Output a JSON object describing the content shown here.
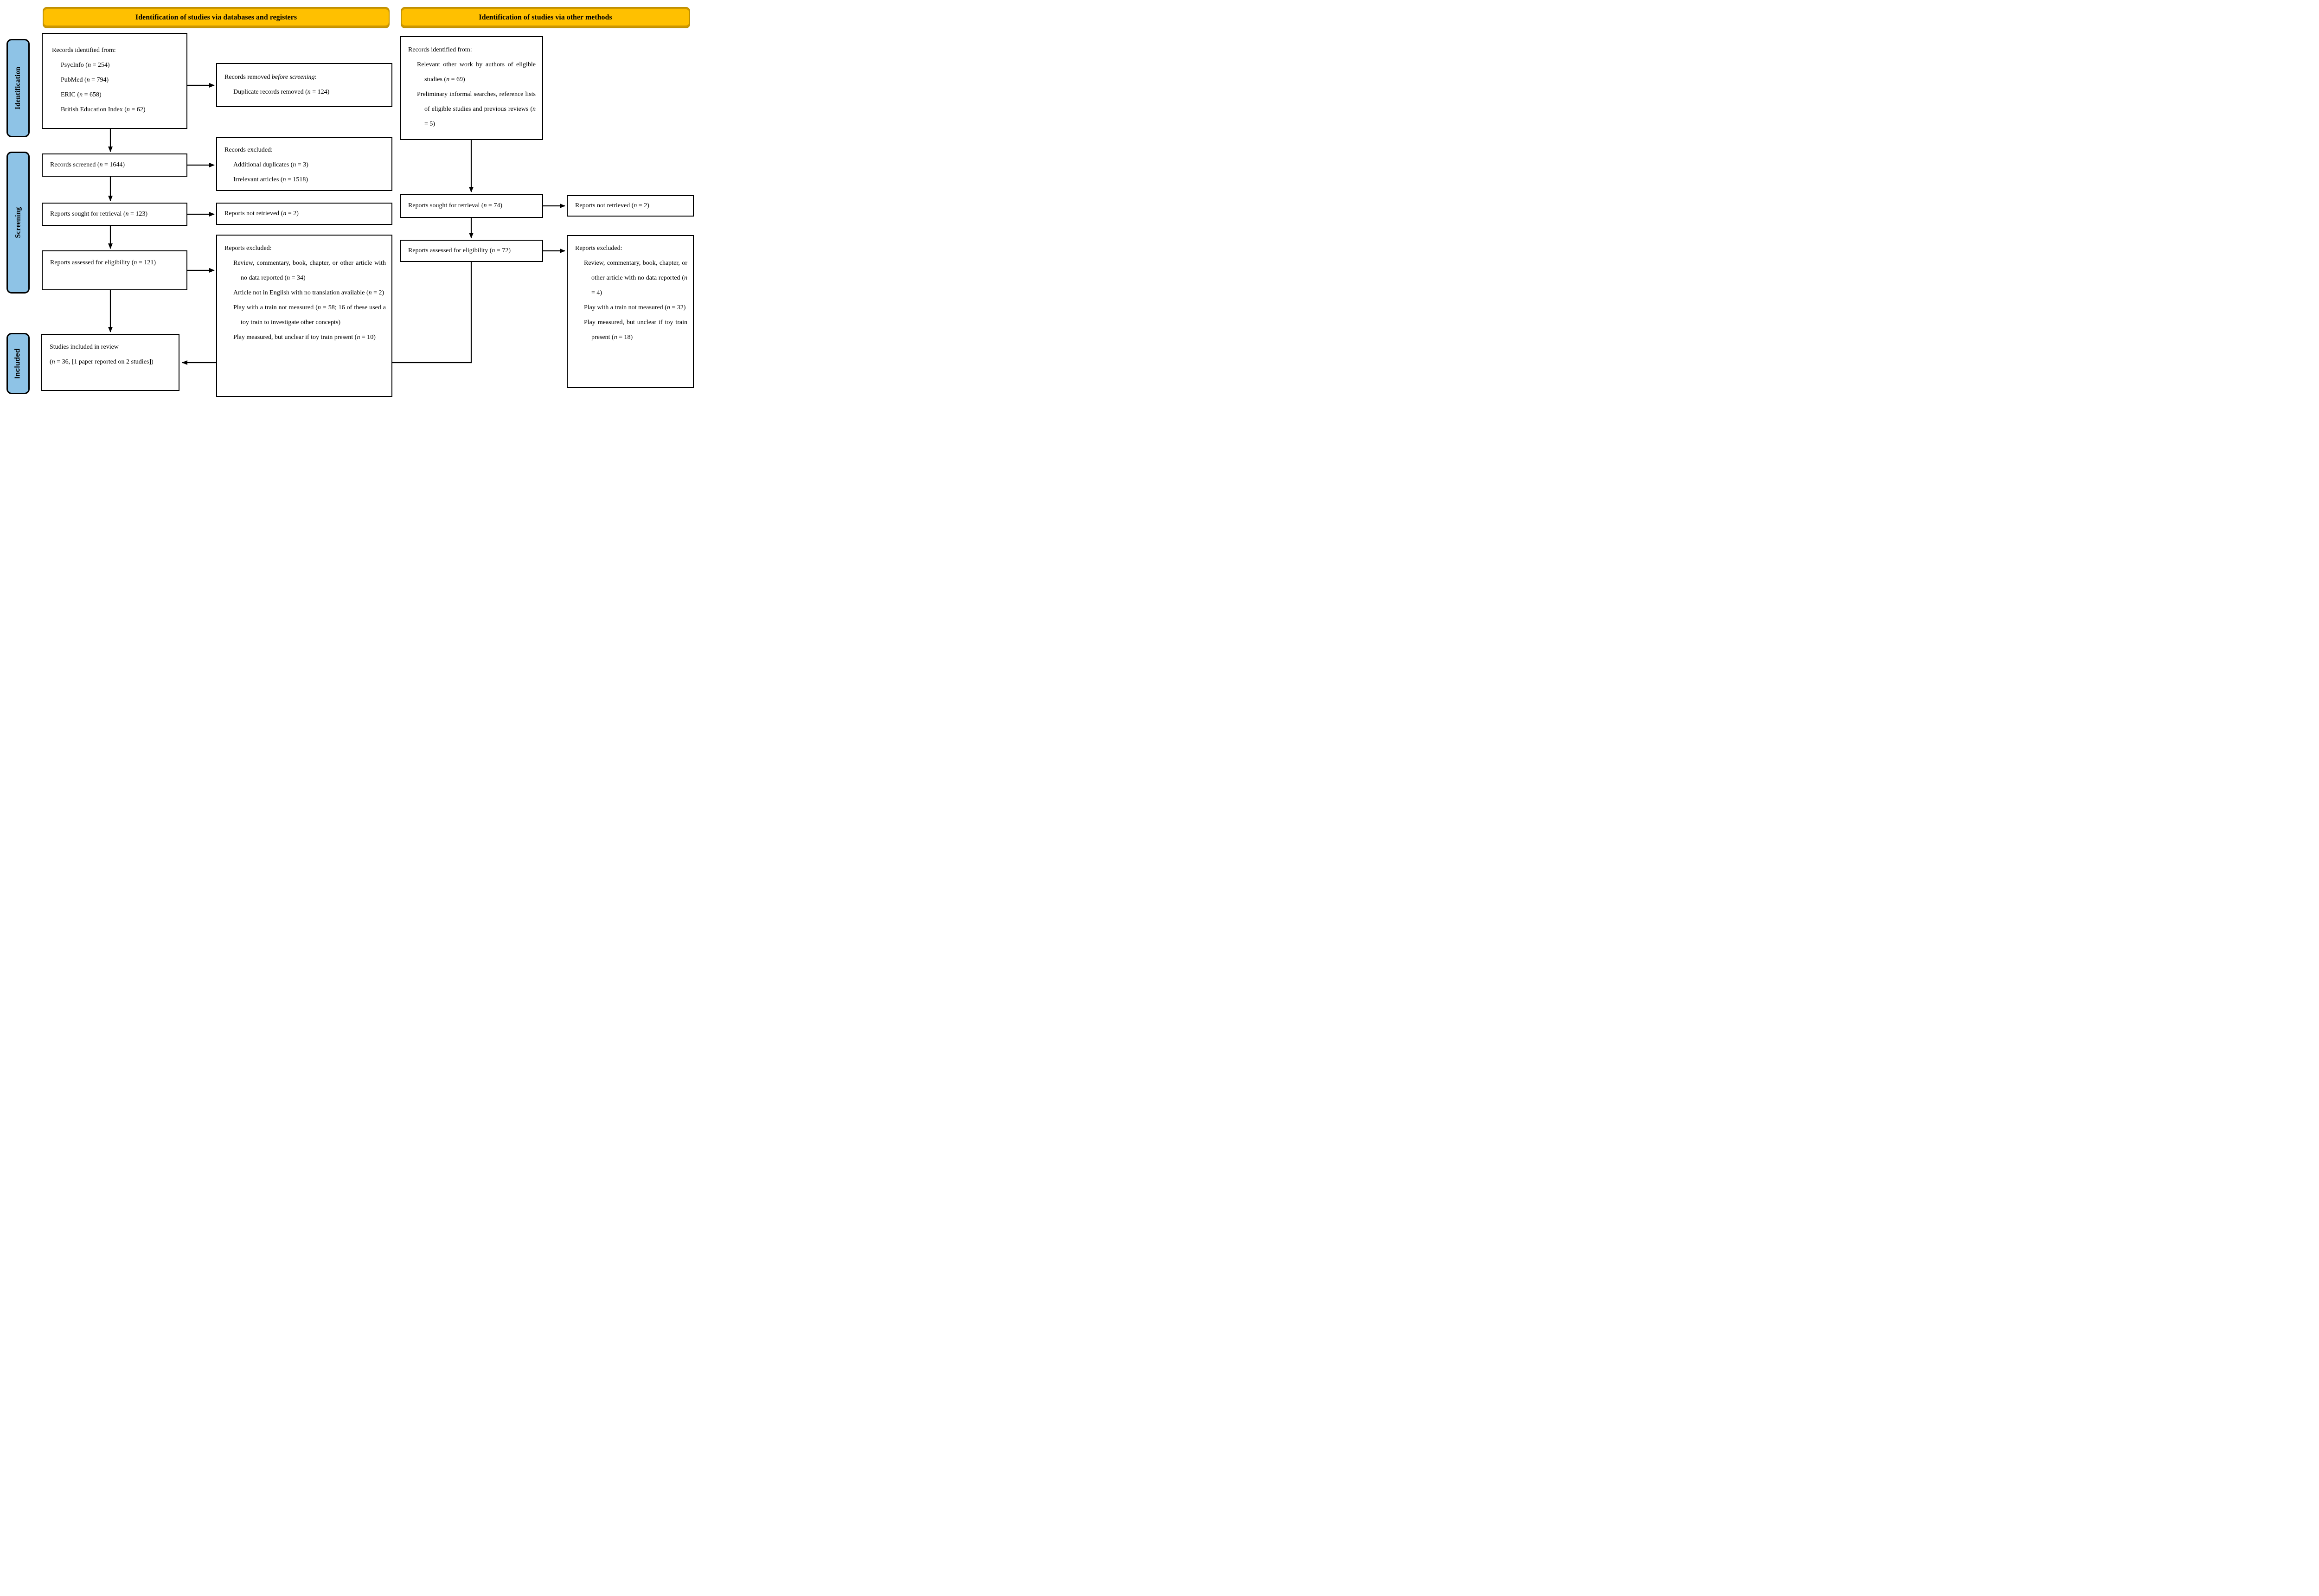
{
  "headers": {
    "left": "Identification of studies via databases and registers",
    "right": "Identification of studies via other methods"
  },
  "stages": {
    "identification": "Identification",
    "screening": "Screening",
    "included": "Included"
  },
  "colors": {
    "header_bg": "#FFC000",
    "header_border": "#BF9000",
    "stage_bg": "#8EC3E6",
    "box_border": "#000000",
    "background": "#FFFFFF"
  },
  "boxes": {
    "db_identified": {
      "lines": [
        {
          "indent": 0,
          "text": "Records identified from:"
        },
        {
          "indent": 1,
          "text": "PsycInfo (n = 254)"
        },
        {
          "indent": 1,
          "text": "PubMed (n = 794)"
        },
        {
          "indent": 1,
          "text": "ERIC (n = 658)"
        },
        {
          "indent": 1,
          "text": "British Education Index (n = 62)"
        }
      ]
    },
    "records_removed": {
      "lines": [
        {
          "indent": 0,
          "text": "Records removed before screening:"
        },
        {
          "indent": 1,
          "text": "Duplicate records removed (n = 124)"
        }
      ]
    },
    "other_identified": {
      "lines": [
        {
          "indent": 0,
          "text": "Records identified from:"
        },
        {
          "indent": 1,
          "text": "Relevant other work by authors of eligible studies (n = 69)"
        },
        {
          "indent": 1,
          "text": "Preliminary informal searches, reference lists of eligible studies and previous reviews (n = 5)"
        }
      ]
    },
    "records_screened": {
      "lines": [
        {
          "indent": 0,
          "text": "Records screened (n = 1644)"
        }
      ]
    },
    "records_excluded": {
      "lines": [
        {
          "indent": 0,
          "text": "Records excluded:"
        },
        {
          "indent": 1,
          "text": "Additional duplicates (n = 3)"
        },
        {
          "indent": 1,
          "text": "Irrelevant articles (n = 1518)"
        }
      ]
    },
    "reports_sought_db": {
      "lines": [
        {
          "indent": 0,
          "text": "Reports sought for retrieval (n = 123)"
        }
      ]
    },
    "reports_not_retrieved_db": {
      "lines": [
        {
          "indent": 0,
          "text": "Reports not retrieved (n = 2)"
        }
      ]
    },
    "reports_assessed_db": {
      "lines": [
        {
          "indent": 0,
          "text": "Reports assessed for eligibility (n = 121)"
        }
      ]
    },
    "reports_excluded_db": {
      "lines": [
        {
          "indent": 0,
          "text": "Reports excluded:"
        },
        {
          "indent": 1,
          "text": "Review, commentary, book, chapter, or other article with no data reported (n = 34)"
        },
        {
          "indent": 1,
          "text": "Article not in English with no translation available (n = 2)"
        },
        {
          "indent": 1,
          "text": "Play with a train not measured (n = 58; 16 of these used a toy train to investigate other concepts)"
        },
        {
          "indent": 1,
          "text": "Play measured, but unclear if toy train present (n = 10)"
        }
      ]
    },
    "studies_included": {
      "lines": [
        {
          "indent": 0,
          "text": "Studies included in review"
        },
        {
          "indent": 0,
          "text": "(n = 36, [1 paper reported on 2 studies])"
        }
      ]
    },
    "reports_sought_other": {
      "lines": [
        {
          "indent": 0,
          "text": "Reports sought for retrieval (n = 74)"
        }
      ]
    },
    "reports_not_retrieved_other": {
      "lines": [
        {
          "indent": 0,
          "text": "Reports not retrieved (n = 2)"
        }
      ]
    },
    "reports_assessed_other": {
      "lines": [
        {
          "indent": 0,
          "text": "Reports assessed for eligibility (n = 72)"
        }
      ]
    },
    "reports_excluded_other": {
      "lines": [
        {
          "indent": 0,
          "text": "Reports excluded:"
        },
        {
          "indent": 1,
          "text": "Review, commentary, book, chapter, or other article with no data reported (n = 4)"
        },
        {
          "indent": 1,
          "text": "Play with a train not measured (n = 32)"
        },
        {
          "indent": 1,
          "text": "Play measured, but unclear if toy train present (n = 18)"
        }
      ]
    }
  }
}
